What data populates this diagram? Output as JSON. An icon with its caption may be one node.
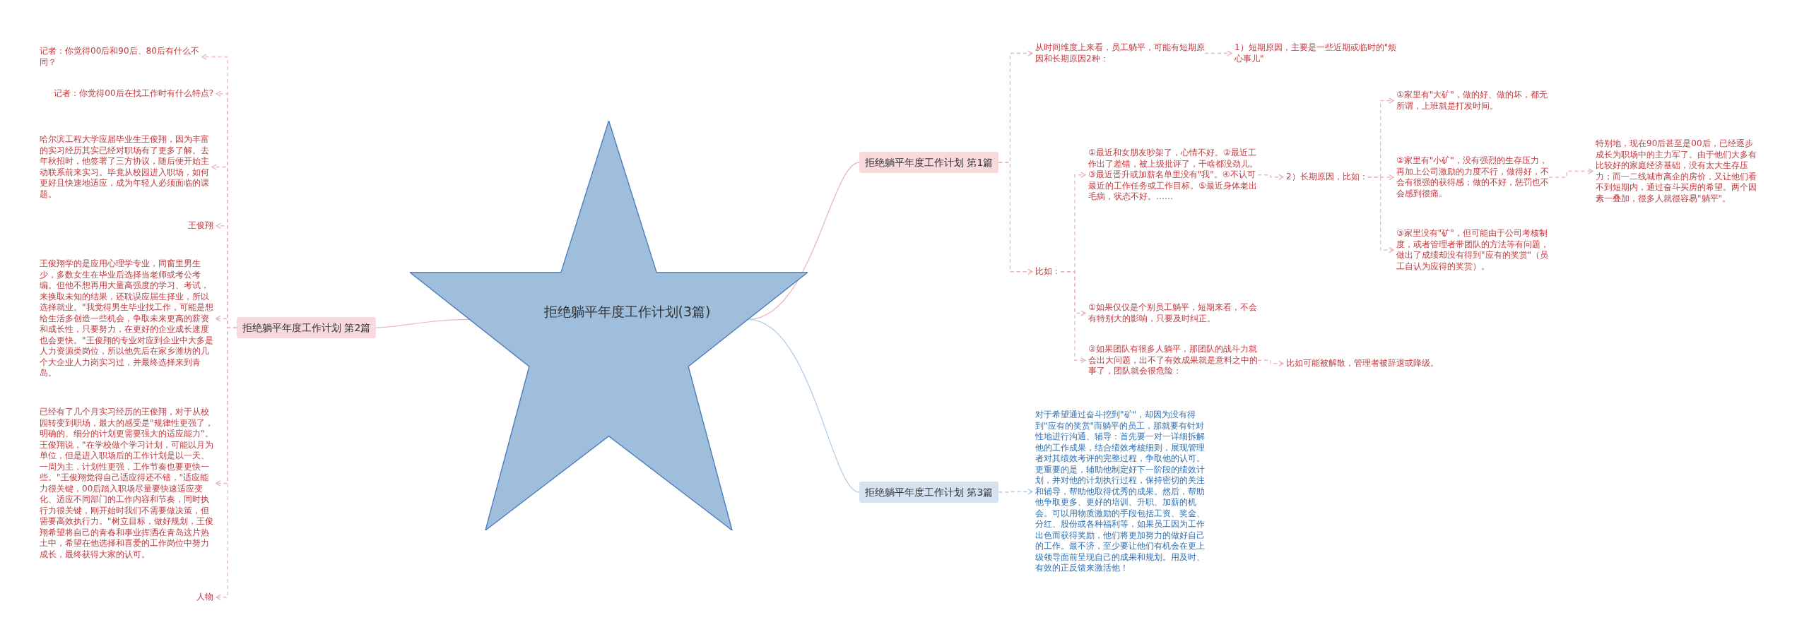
{
  "diagram": {
    "nodes": [
      {
        "text": [
          "拒绝躺平年度工作计划(3篇)"
        ]
      },
      {
        "text": [
          "拒绝躺平年度工作计划 第1篇"
        ]
      },
      {
        "text": [
          "从时间维度上来看，员工躺平，可能有短期原因和长期原因2种："
        ]
      },
      {
        "text": [
          "1）短期原因，主要是一些近期或临时的\"烦心事儿\""
        ]
      },
      {
        "text": [
          "比如："
        ]
      },
      {
        "text": [
          "①最近和女朋友吵架了，心情不好。②最近工作出了差错，被上级批评了，干啥都没劲儿。③最近晋升或加薪名单里没有\"我\"。④不认可最近的工作任务或工作目标。⑤最近身体老出毛病，状态不好。……"
        ]
      },
      {
        "text": [
          "2）长期原因，比如："
        ]
      },
      {
        "text": [
          "①家里有\"大矿\"，做的好、做的坏，都无所谓，上班就是打发时间。"
        ]
      },
      {
        "text": [
          "②家里有\"小矿\"，没有强烈的生存压力，再加上公司激励的力度不行，做得好，不会有很强的获得感；做的不好，惩罚也不会感到很痛。"
        ]
      },
      {
        "text": [
          "特别地，现在90后甚至是00后，已经逐步成长为职场中的主力军了。由于他们大多有比较好的家庭经济基础，没有太大生存压力；而一二线城市高企的房价，又让他们看不到短期内，通过奋斗买房的希望。两个因素一叠加，很多人就很容易\"躺平\"。"
        ]
      },
      {
        "text": [
          "③家里没有\"矿\"，但可能由于公司考核制度，或者管理者带团队的方法等有问题，做出了成绩却没有得到\"应有的奖赏\"（员工自认为应得的奖赏）。"
        ]
      },
      {
        "text": [
          "①如果仅仅是个别员工躺平，短期来看，不会有特别大的影响，只要及时纠正。"
        ]
      },
      {
        "text": [
          "②如果团队有很多人躺平，那团队的战斗力就会出大问题，出不了有效成果就是意料之中的事了，团队就会很危险："
        ]
      },
      {
        "text": [
          "比如可能被解散，管理者被辞退或降级。"
        ]
      },
      {
        "text": [
          "拒绝躺平年度工作计划 第2篇"
        ]
      },
      {
        "text": [
          "记者：你觉得00后和90后、80后有什么不同？"
        ]
      },
      {
        "text": [
          "记者：你觉得00后在找工作时有什么特点?"
        ]
      },
      {
        "text": [
          "哈尔滨工程大学应届毕业生王俊翔，因为丰富的实习经历其实已经对职场有了更多了解。去年秋招时，他签署了三方协议，随后便开始主动联系前来实习。毕竟从校园进入职场，如何更好且快速地适应，成为年轻人必须面临的课题。"
        ]
      },
      {
        "text": [
          "王俊翔"
        ]
      },
      {
        "text": [
          "王俊翔学的是应用心理学专业，同窗里男生少，多数女生在毕业后选择当老师或考公考编。但他不想再用大量高强度的学习、考试，来换取未知的结果，还耽误应届生择业，所以选择就业。\"我觉得男生毕业找工作，可能是想给生活多创造一些机会，争取未来更高的薪资和成长性，只要努力，在更好的企业成长速度也会更快。\"王俊翔的专业对应到企业中大多是人力资源类岗位，所以他先后在家乡潍坊的几个大企业人力岗实习过，并最终选择来到青岛。"
        ]
      },
      {
        "text": [
          "已经有了几个月实习经历的王俊翔，对于从校园转变到职场，最大的感受是\"规律性更强了，明确的、细分的计划更需要强大的适应能力\"。王俊翔说，\"在学校做个学习计划，可能以月为单位，但是进入职场后的工作计划是以一天、一周为主，计划性更强，工作节奏也要更快一些。\"王俊翔觉得自己适应得还不错，\"适应能力很关键，00后踏入职场尽量要快速适应变化、适应不同部门的工作内容和节奏，同时执行力很关键，刚开始时我们不需要做决策，但需要高效执行力。\"树立目标，做好规划，王俊翔希望将自己的青春和事业挥洒在青岛这片热土中，希望在他选择和喜爱的工作岗位中努力成长，最终获得大家的认可。"
        ]
      },
      {
        "text": [
          "人物"
        ]
      },
      {
        "text": [
          "拒绝躺平年度工作计划 第3篇"
        ]
      },
      {
        "text": [
          "对于希望通过奋斗挖到\"矿\"，却因为没有得到\"应有的奖赏\"而躺平的员工，那就要有针对性地进行沟通、辅导：首先要一对一详细拆解他的工作成果，结合绩效考核细则，展现管理者对其绩效考评的完整过程，争取他的认可。更重要的是，辅助他制定好下一阶段的绩效计划，并对他的计划执行过程，保持密切的关注和辅导，帮助他取得优秀的成果。然后，帮助他争取更多、更好的培训、升职、加薪的机会。可以用物质激励的手段包括工资、奖金、分红、股份或各种福利等，如果员工因为工作出色而获得奖励，他们将更加努力的做好自己的工作。最不济，至少要让他们有机会在更上级领导面前呈现自己的成果和规划。用及时、有效的正反馈来激活他！"
        ]
      }
    ],
    "edges": [
      {
        "from": 0,
        "to": 1,
        "arrow": "none"
      },
      {
        "from": 1,
        "to": 2,
        "arrow": "to",
        "style": "dashed"
      },
      {
        "from": 1,
        "to": 4,
        "arrow": "to",
        "style": "dashed"
      },
      {
        "from": 2,
        "to": 3,
        "arrow": "to",
        "style": "dashed"
      },
      {
        "from": 4,
        "to": 5,
        "arrow": "to",
        "style": "dashed"
      },
      {
        "from": 4,
        "to": 11,
        "arrow": "to",
        "style": "dashed"
      },
      {
        "from": 4,
        "to": 12,
        "arrow": "to",
        "style": "dashed"
      },
      {
        "from": 5,
        "to": 6,
        "arrow": "to",
        "style": "dashed"
      },
      {
        "from": 6,
        "to": 7,
        "arrow": "to",
        "style": "dashed"
      },
      {
        "from": 6,
        "to": 8,
        "arrow": "to",
        "style": "dashed"
      },
      {
        "from": 6,
        "to": 10,
        "arrow": "to",
        "style": "dashed"
      },
      {
        "from": 8,
        "to": 9,
        "arrow": "to",
        "style": "dashed"
      },
      {
        "from": 12,
        "to": 13,
        "arrow": "to",
        "style": "dashed"
      },
      {
        "from": 0,
        "to": 14,
        "arrow": "none"
      },
      {
        "from": 14,
        "to": 15,
        "arrow": "to",
        "style": "dashed"
      },
      {
        "from": 14,
        "to": 16,
        "arrow": "to",
        "style": "dashed"
      },
      {
        "from": 14,
        "to": 17,
        "arrow": "to",
        "style": "dashed"
      },
      {
        "from": 14,
        "to": 18,
        "arrow": "to",
        "style": "dashed"
      },
      {
        "from": 14,
        "to": 19,
        "arrow": "to",
        "style": "dashed"
      },
      {
        "from": 14,
        "to": 20,
        "arrow": "to",
        "style": "dashed"
      },
      {
        "from": 14,
        "to": 21,
        "arrow": "to",
        "style": "dashed"
      },
      {
        "from": 0,
        "to": 22,
        "arrow": "none",
        "color": "#b3cde6"
      },
      {
        "from": 22,
        "to": 23,
        "arrow": "to",
        "style": "dashed",
        "color": "#b3cde6"
      }
    ]
  }
}
